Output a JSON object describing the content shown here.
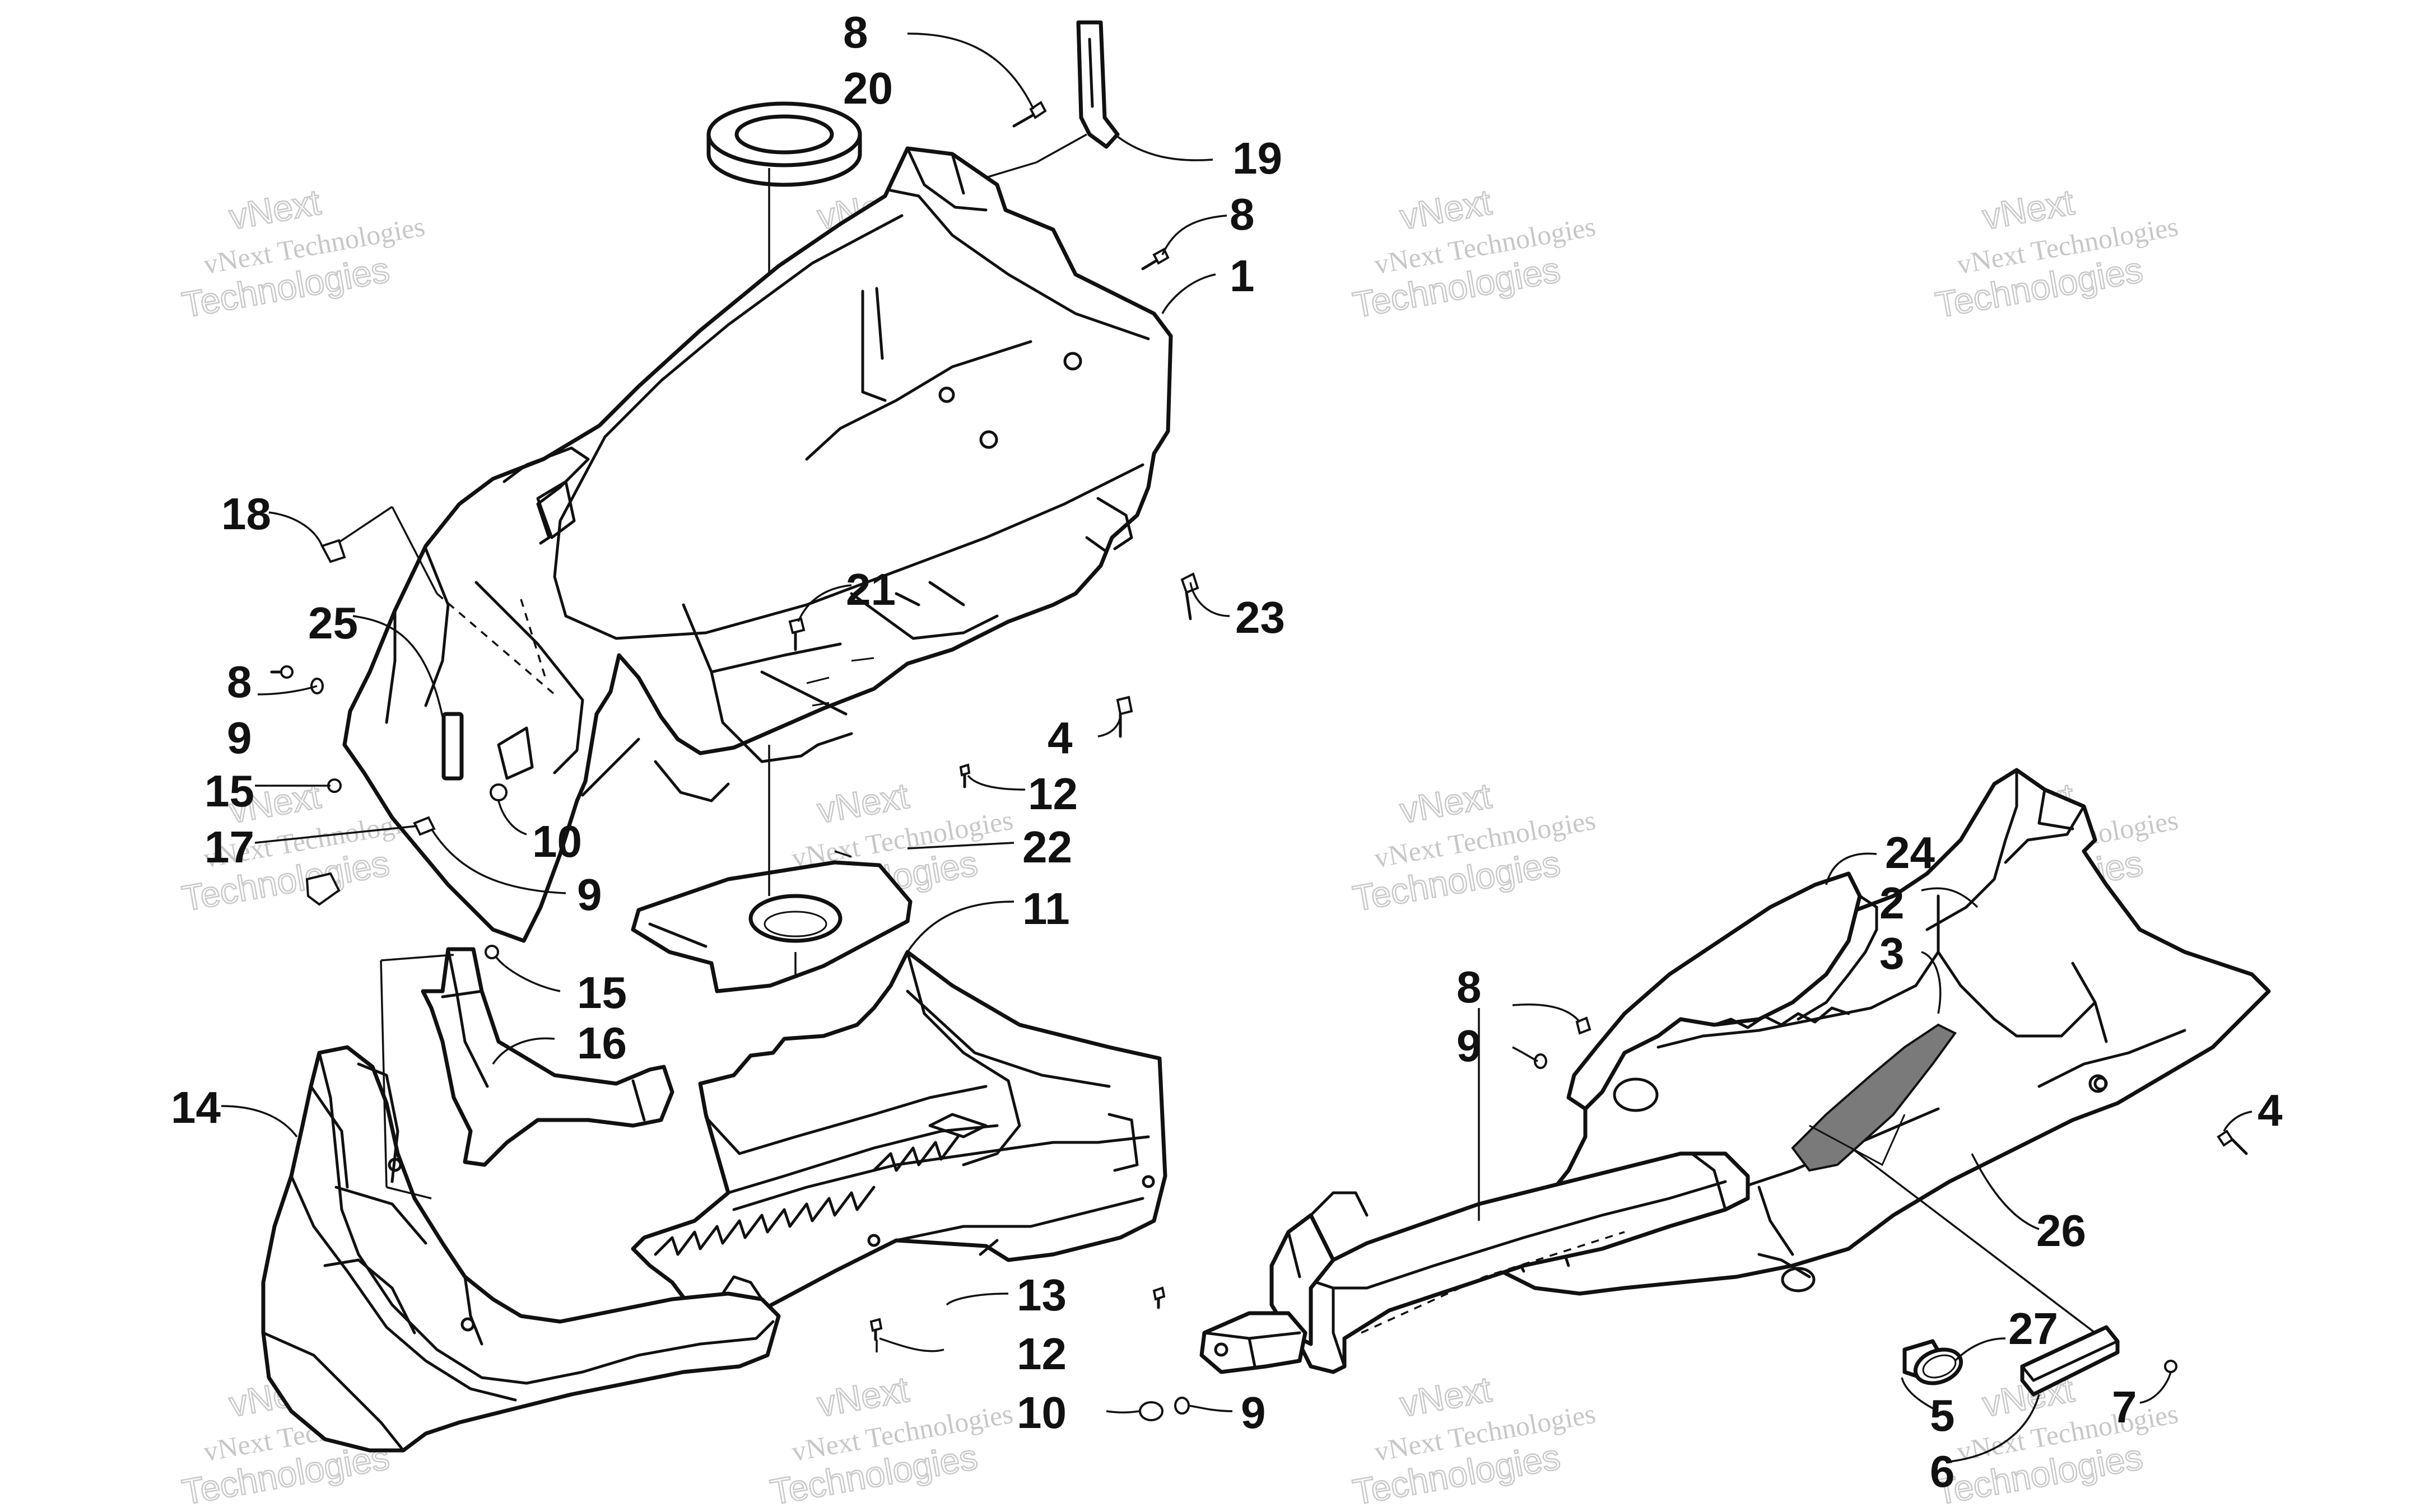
{
  "watermark": {
    "line1": "vNext Technologies",
    "line2": "Technologies",
    "line3": "vNext"
  },
  "callouts": [
    "8",
    "20",
    "19",
    "8",
    "1",
    "18",
    "21",
    "23",
    "25",
    "8",
    "9",
    "4",
    "12",
    "15",
    "10",
    "17",
    "9",
    "22",
    "11",
    "15",
    "16",
    "14",
    "13",
    "12",
    "10",
    "9",
    "24",
    "2",
    "3",
    "8",
    "9",
    "4",
    "26",
    "27",
    "5",
    "6",
    "7"
  ]
}
